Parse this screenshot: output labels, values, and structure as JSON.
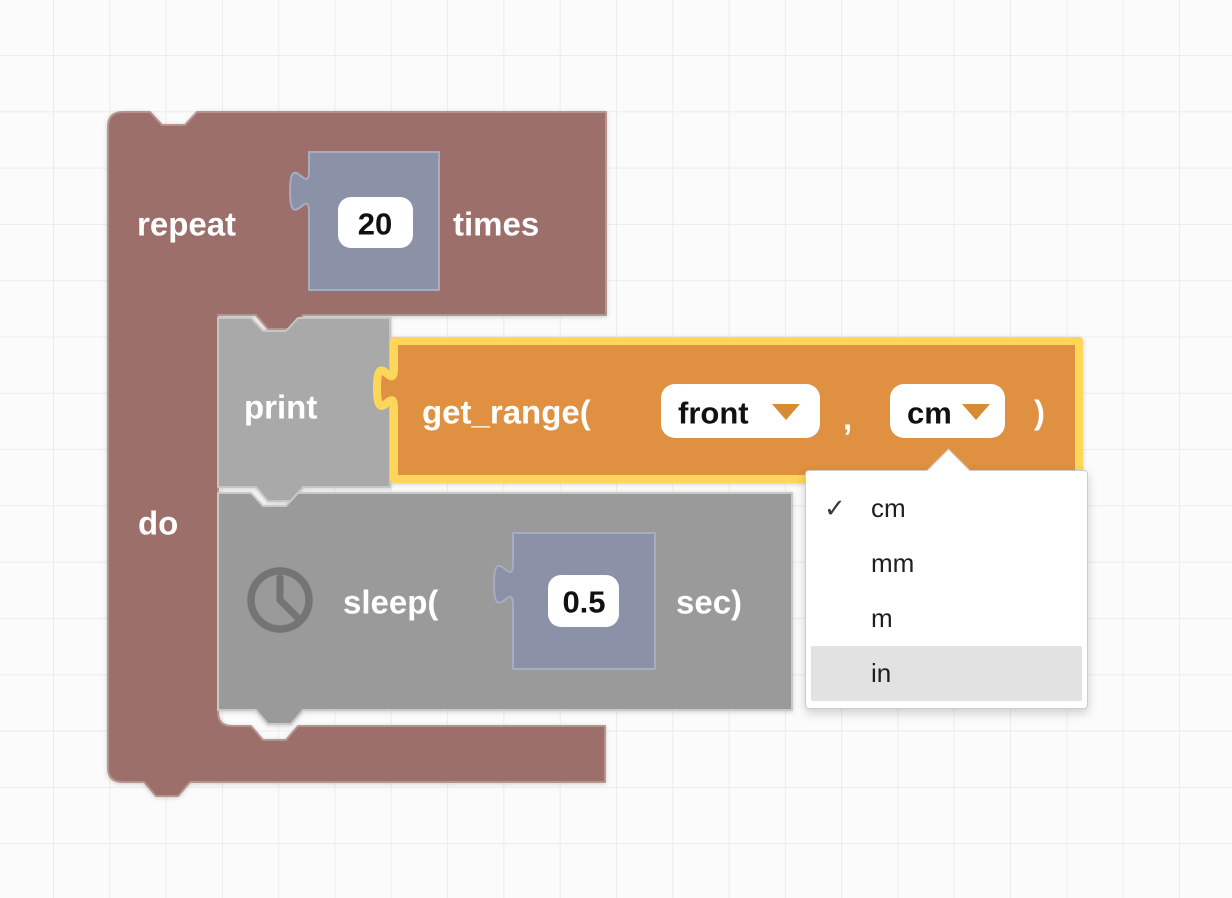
{
  "workspace": {
    "repeat_block": {
      "label_repeat": "repeat",
      "times_value": "20",
      "label_times": "times",
      "label_do": "do",
      "color": "#9c6f6b"
    },
    "print_block": {
      "label": "print",
      "color": "#a9a9a9"
    },
    "get_range_block": {
      "label_open": "get_range(",
      "sensor_value": "front",
      "comma": ",",
      "unit_value": "cm",
      "label_close": ")",
      "color": "#df9041",
      "selection_border_color": "#fdd65a"
    },
    "sleep_block": {
      "label_open": "sleep(",
      "duration_value": "0.5",
      "label_close": "sec)",
      "color": "#9a9a9a",
      "icon": "clock-icon"
    },
    "number_block_color": "#8b92a8"
  },
  "dropdown_menu": {
    "checkmark": "✓",
    "items": [
      {
        "label": "cm",
        "checked": true,
        "highlighted": false
      },
      {
        "label": "mm",
        "checked": false,
        "highlighted": false
      },
      {
        "label": "m",
        "checked": false,
        "highlighted": false
      },
      {
        "label": "in",
        "checked": false,
        "highlighted": true
      }
    ]
  }
}
